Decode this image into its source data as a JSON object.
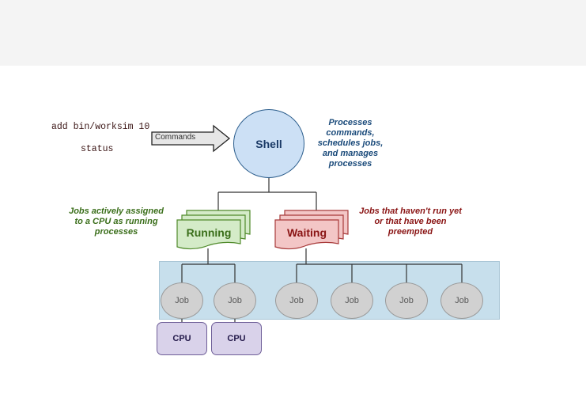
{
  "commands": {
    "line1": "add bin/worksim 10",
    "line2": "status"
  },
  "arrow": {
    "label": "Commands"
  },
  "shell": {
    "label": "Shell",
    "note": [
      "Processes",
      "commands,",
      "schedules jobs,",
      "and manages",
      "processes"
    ]
  },
  "running": {
    "label": "Running",
    "note": [
      "Jobs actively assigned",
      "to a CPU as running",
      "processes"
    ]
  },
  "waiting": {
    "label": "Waiting",
    "note": [
      "Jobs that haven't run yet",
      "or that have been",
      "preempted"
    ]
  },
  "jobs": [
    "Job",
    "Job",
    "Job",
    "Job",
    "Job",
    "Job"
  ],
  "cpus": [
    "CPU",
    "CPU"
  ],
  "colors": {
    "shell_fill": "#cce0f5",
    "running_fill": "#d4ebc8",
    "running_text": "#3a6e1a",
    "waiting_fill": "#f3c6c6",
    "waiting_text": "#8a1414",
    "job_fill": "#d1d1d1",
    "cpu_fill": "#d9d2ea",
    "job_area": "#c7dfec"
  }
}
